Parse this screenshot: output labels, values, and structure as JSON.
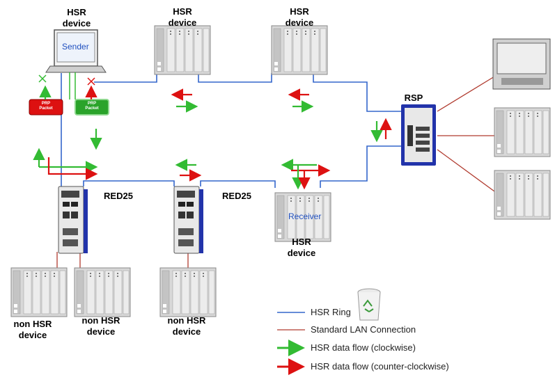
{
  "labels": {
    "hsr_device_sender": "HSR\ndevice",
    "hsr_device_top_mid": "HSR\ndevice",
    "hsr_device_top_right": "HSR\ndevice",
    "hsr_device_receiver": "HSR\ndevice",
    "rsp": "RSP",
    "red25_left": "RED25",
    "red25_right": "RED25",
    "non_hsr_1": "non HSR\ndevice",
    "non_hsr_2": "non HSR\ndevice",
    "non_hsr_3": "non HSR\ndevice",
    "sender": "Sender",
    "receiver": "Receiver",
    "prp_packet_red": "PRP\nPacket",
    "prp_packet_green": "PRP\nPacket"
  },
  "legend": {
    "hsr_ring": "HSR Ring",
    "lan": "Standard LAN Connection",
    "cw": "HSR data flow (clockwise)",
    "ccw": "HSR data flow (counter-clockwise)"
  },
  "colors": {
    "ring": "#3366cc",
    "lan": "#b03a2e",
    "green": "#33bb33",
    "red": "#dd1111",
    "device_fill": "#d8d8d8",
    "switch_blue": "#2233aa"
  }
}
